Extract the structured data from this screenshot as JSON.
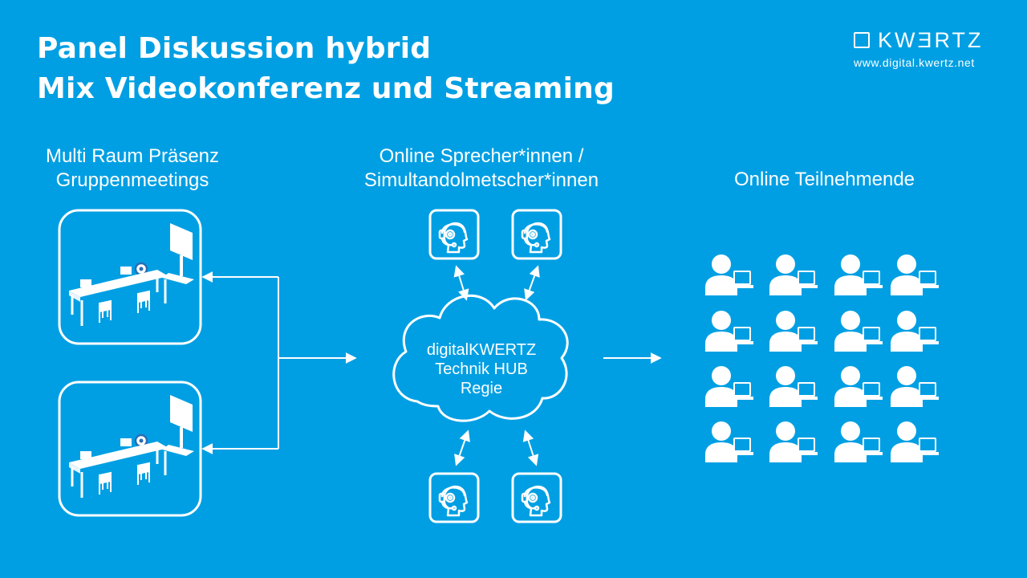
{
  "title": {
    "line1": "Panel Diskussion hybrid",
    "line2": "Mix Videokonferenz und Streaming"
  },
  "logo": {
    "brand": "KWƎRTZ",
    "url": "www.digital.kwertz.net"
  },
  "sections": {
    "rooms": {
      "line1": "Multi Raum Präsenz",
      "line2": "Gruppenmeetings"
    },
    "speakers": {
      "line1": "Online Sprecher*innen /",
      "line2": "Simultandolmetscher*innen"
    },
    "participants": {
      "line1": "Online Teilnehmende"
    }
  },
  "hub": {
    "line1": "digitalKWERTZ",
    "line2": "Technik HUB",
    "line3": "Regie"
  },
  "icons": {
    "room": "meeting-room-icon",
    "speaker": "headset-speaker-icon",
    "participant": "participant-laptop-icon"
  },
  "colors": {
    "background": "#009fe3",
    "foreground": "#ffffff"
  }
}
